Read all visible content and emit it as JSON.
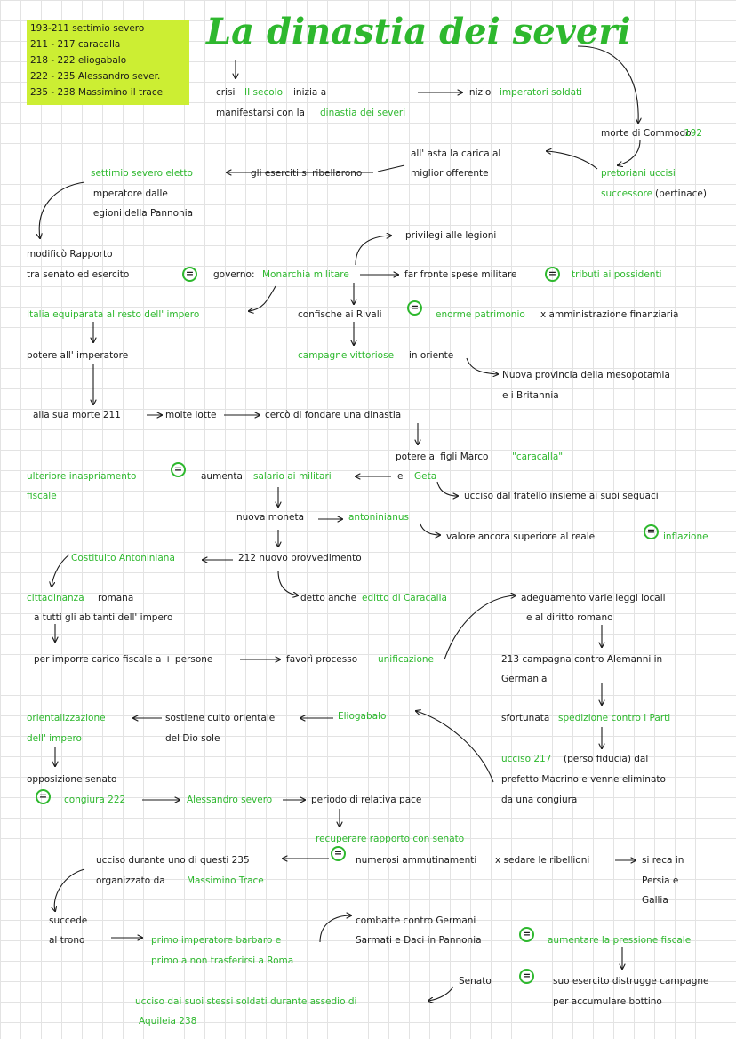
{
  "legend": [
    "193-211 settimio severo",
    "211 - 217 caracalla",
    "218 - 222 eliogabalo",
    "222 - 235 Alessandro sever.",
    "235 - 238 Massimino il trace"
  ],
  "title": "La dinastia dei severi",
  "eq_symbol": "=",
  "nodes": {
    "n1": "crisi",
    "n2": "II secolo",
    "n3": "inizia a",
    "n4": "manifestarsi con la",
    "n5": "dinastia dei severi",
    "n6": "inizio",
    "n7": "imperatori soldati",
    "n8": "morte di Commodo",
    "n9": "192",
    "n10": "all' asta la carica al",
    "n11": "miglior offerente",
    "n12": "pretoriani uccisi",
    "n13": "successore",
    "n14": "(pertinace)",
    "n15": "settimio severo eletto",
    "n16": "imperatore dalle",
    "n17": "legioni della Pannonia",
    "n18": "gli eserciti si ribellarono",
    "n19": "modificò Rapporto",
    "n20": "tra senato ed esercito",
    "n21": "governo:",
    "n22": "Monarchia militare",
    "n23": "privilegi alle legioni",
    "n24": "far fronte spese militare",
    "n25": "tributi ai possidenti",
    "n26": "Italia equiparata al resto dell' impero",
    "n27": "confische ai Rivali",
    "n28": "enorme patrimonio",
    "n29": "x amministrazione finanziaria",
    "n30": "potere all' imperatore",
    "n31": "campagne vittoriose",
    "n32": "in oriente",
    "n33": "Nuova provincia della mesopotamia",
    "n34": "e i Britannia",
    "n35": "alla sua morte 211",
    "n36": "molte lotte",
    "n37": "cercò di fondare una dinastia",
    "n38": "potere ai figli Marco",
    "n39": "\"caracalla\"",
    "n40": "e",
    "n41": "Geta",
    "n42": "ucciso dal fratello insieme ai suoi seguaci",
    "n43": "ulteriore inaspriamento",
    "n44": "fiscale",
    "n45": "aumenta",
    "n46": "salario ai militari",
    "n47": "nuova moneta",
    "n48": "antoninianus",
    "n49": "valore ancora superiore al reale",
    "n50": "inflazione",
    "n51": "Costituito Antoniniana",
    "n52": "212 nuovo provvedimento",
    "n53": "cittadinanza",
    "n54": "romana",
    "n55": "a tutti gli abitanti dell' impero",
    "n56": "detto anche",
    "n57": "editto di Caracalla",
    "n58": "adeguamento varie leggi locali",
    "n59": "e al diritto romano",
    "n60": "per imporre carico fiscale a + persone",
    "n61": "favorì processo",
    "n62": "unificazione",
    "n63": "213 campagna contro Alemanni in",
    "n64": "Germania",
    "n65": "orientalizzazione",
    "n66": "dell' impero",
    "n67": "sostiene culto orientale",
    "n68": "del Dio sole",
    "n69": "Eliogabalo",
    "n70": "sfortunata",
    "n71": "spedizione contro i Parti",
    "n72": "ucciso 217",
    "n73": "(perso fiducia) dal",
    "n74": "prefetto Macrino e venne eliminato",
    "n75": "da una congiura",
    "n76": "opposizione senato",
    "n77": "congiura 222",
    "n78": "Alessandro severo",
    "n79": "periodo di relativa pace",
    "n80": "recuperare rapporto con senato",
    "n81": "ucciso durante uno di questi 235",
    "n82": "organizzato da",
    "n83": "Massimino Trace",
    "n84": "numerosi ammutinamenti",
    "n85": "x sedare le ribellioni",
    "n86": "si reca in",
    "n87": "Persia e",
    "n88": "Gallia",
    "n89": "succede",
    "n90": "al trono",
    "n91": "combatte contro Germani",
    "n92": "Sarmati e Daci in Pannonia",
    "n93": "primo imperatore barbaro e",
    "n94": "primo a non trasferirsi a Roma",
    "n95": "aumentare la pressione fiscale",
    "n96": "Senato",
    "n97": "suo esercito distrugge campagne",
    "n98": "per accumulare bottino",
    "n99": "ucciso dai suoi stessi soldati durante assedio di",
    "n100": "Aquileia 238"
  },
  "colors": {
    "green": "#2eb82e",
    "legend_bg": "#ccee33",
    "ink": "#1a1a1a"
  }
}
